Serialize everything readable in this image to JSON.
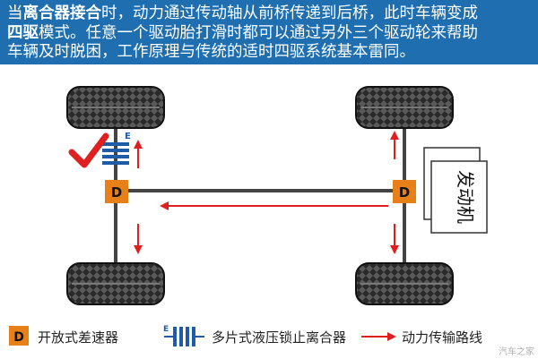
{
  "header": {
    "line1_a": "当",
    "line1_bold": "离合器接合",
    "line1_b": "时，动力通过传动轴从前桥传递到后桥，此时车辆变成",
    "line2_bold": "四驱",
    "line2_b": "模式。任意一个驱动胎打滑时都可以通过另外三个驱动轮来帮助",
    "line3": "车辆及时脱困，工作原理与传统的适时四驱系统基本雷同。"
  },
  "diagram": {
    "diff_label": "D",
    "clutch_label": "E",
    "engine_label": "发动机",
    "colors": {
      "diff": "#e8801a",
      "clutch": "#1e5ca8",
      "arrow": "#e02020",
      "check": "#e02020",
      "shaft": "#444444"
    }
  },
  "legend": {
    "diff_icon": "D",
    "diff_text": "开放式差速器",
    "clutch_icon": "E",
    "clutch_text": "多片式液压锁止离合器",
    "arrow_text": "动力传输路线"
  },
  "watermark": "汽车之家"
}
